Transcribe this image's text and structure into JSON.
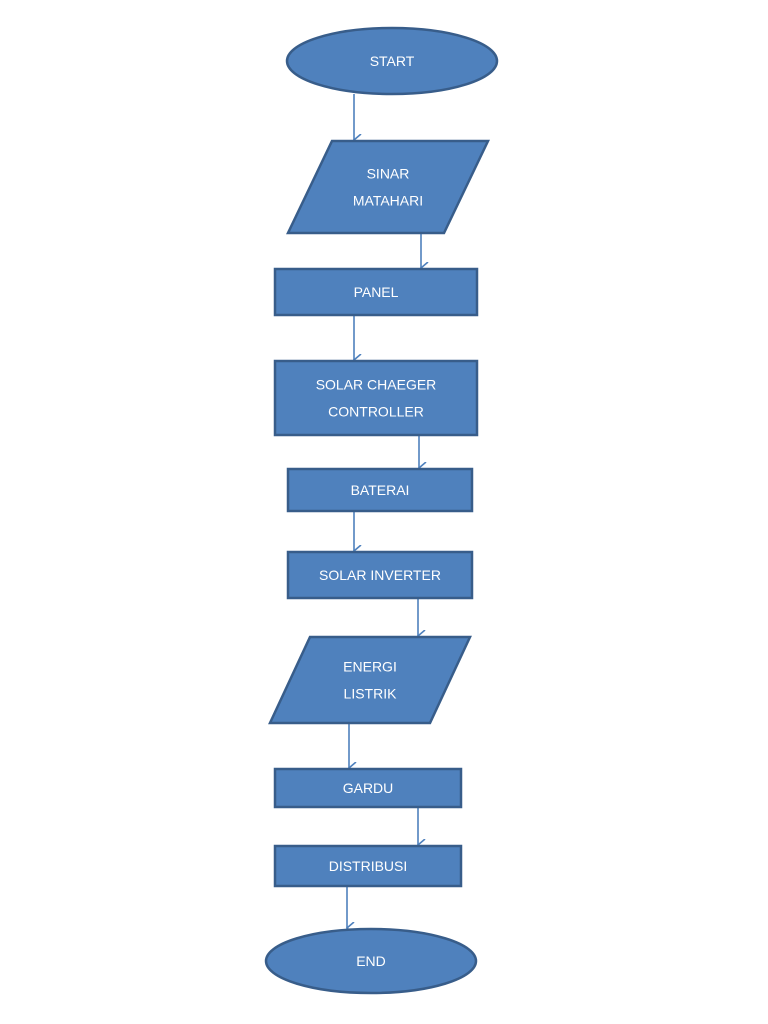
{
  "flowchart": {
    "nodes": [
      {
        "id": "start",
        "shape": "terminator",
        "lines": [
          "START"
        ]
      },
      {
        "id": "sinar",
        "shape": "parallelogram",
        "lines": [
          "SINAR",
          "MATAHARI"
        ]
      },
      {
        "id": "panel",
        "shape": "process",
        "lines": [
          "PANEL"
        ]
      },
      {
        "id": "controller",
        "shape": "process",
        "lines": [
          "SOLAR CHAEGER",
          "CONTROLLER"
        ]
      },
      {
        "id": "baterai",
        "shape": "process",
        "lines": [
          "BATERAI"
        ]
      },
      {
        "id": "inverter",
        "shape": "process",
        "lines": [
          "SOLAR INVERTER"
        ]
      },
      {
        "id": "energi",
        "shape": "parallelogram",
        "lines": [
          "ENERGI",
          "LISTRIK"
        ]
      },
      {
        "id": "gardu",
        "shape": "process",
        "lines": [
          "GARDU"
        ]
      },
      {
        "id": "distribusi",
        "shape": "process",
        "lines": [
          "DISTRIBUSI"
        ]
      },
      {
        "id": "end",
        "shape": "terminator",
        "lines": [
          "END"
        ]
      }
    ],
    "edges": [
      [
        "start",
        "sinar"
      ],
      [
        "sinar",
        "panel"
      ],
      [
        "panel",
        "controller"
      ],
      [
        "controller",
        "baterai"
      ],
      [
        "baterai",
        "inverter"
      ],
      [
        "inverter",
        "energi"
      ],
      [
        "energi",
        "gardu"
      ],
      [
        "gardu",
        "distribusi"
      ],
      [
        "distribusi",
        "end"
      ]
    ],
    "colors": {
      "fill": "#4f81bd",
      "stroke": "#385d8a",
      "text": "#ffffff",
      "connector": "#4f81bd"
    }
  }
}
